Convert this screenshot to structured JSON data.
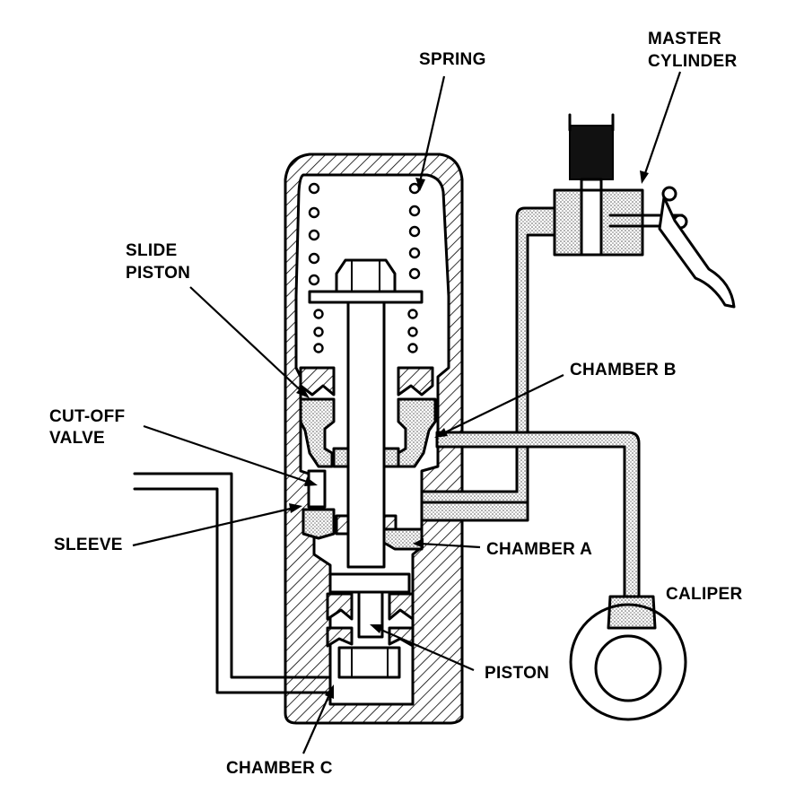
{
  "labels": {
    "spring": "SPRING",
    "master_cylinder_line1": "MASTER",
    "master_cylinder_line2": "CYLINDER",
    "slide_piston_line1": "SLIDE",
    "slide_piston_line2": "PISTON",
    "chamber_b": "CHAMBER B",
    "cut_off_valve_line1": "CUT-OFF",
    "cut_off_valve_line2": "VALVE",
    "sleeve": "SLEEVE",
    "chamber_a": "CHAMBER A",
    "caliper": "CALIPER",
    "piston": "PISTON",
    "chamber_c": "CHAMBER C"
  }
}
